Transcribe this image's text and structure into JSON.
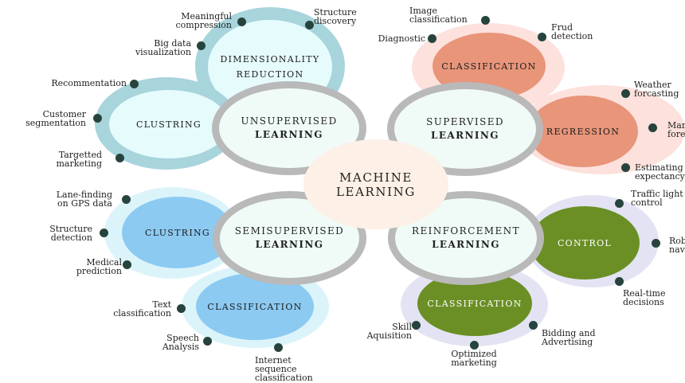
{
  "center": {
    "line1": "MACHINE",
    "line2": "LEARNING"
  },
  "categories": {
    "unsupervised": {
      "line1": "UNSUPERVISED",
      "line2": "LEARNING"
    },
    "supervised": {
      "line1": "SUPERVISED",
      "line2": "LEARNING"
    },
    "semisupervised": {
      "line1": "SEMISUPERVISED",
      "line2": "LEARNING"
    },
    "reinforcement": {
      "line1": "REINFORCEMENT",
      "line2": "LEARNING"
    }
  },
  "subcategories": {
    "dimensionality": {
      "line1": "DIMENSIONALITY",
      "line2": "REDUCTION"
    },
    "clustring_unsup": {
      "line1": "CLUSTRING"
    },
    "classification_sup": {
      "line1": "CLASSIFICATION"
    },
    "regression": {
      "line1": "REGRESSION"
    },
    "clustring_semi": {
      "line1": "CLUSTRING"
    },
    "classification_semi": {
      "line1": "CLASSIFICATION"
    },
    "control": {
      "line1": "CONTROL"
    },
    "classification_rl": {
      "line1": "CLASSIFICATION"
    }
  },
  "labels": {
    "meaningful_compression": "Meaningful\ncompression",
    "structure_discovery": "Structure\ndiscovery",
    "big_data_visualization": "Big data\nvisualization",
    "recommentation": "Recommentation",
    "customer_segmentation": "Customer\nsegmentation",
    "targetted_marketing": "Targetted\nmarketing",
    "image_classification": "Image\nclassification",
    "diagnostic": "Diagnostic",
    "frud_detection": "Frud\ndetection",
    "weather_forcasting": "Weather\nforcasting",
    "market_forecasting": "Market\nforecasting",
    "estimating_expectancy": "Estimating life\nexpectancy",
    "lane_finding": "Lane-finding\non GPS data",
    "structure_detection": "Structure\ndetection",
    "medical_prediction": "Medical\nprediction",
    "text_classification": "Text\nclassification",
    "speech_analysis": "Speech\nAnalysis",
    "internet_sequence": "Internet\nsequence\nclassification",
    "traffic_light_control": "Traffic light\ncontrol",
    "robot_navigation": "Robot\nnavigation",
    "realtime_decisions": "Real-time\ndecisions",
    "skill_aquisition": "Skill\nAquisition",
    "optimized_marketing": "Optimized\nmarketing",
    "bidding_advertising": "Bidding and\nAdvertising"
  },
  "colors": {
    "teal_ring": "#a8d4dc",
    "teal_fill": "#e6fbfc",
    "salmon_ring": "#fde1dc",
    "salmon_fill": "#e8957a",
    "sky_ring": "#dbf4fa",
    "sky_fill": "#8ccaf2",
    "lavender_ring": "#e3e3f3",
    "green_fill": "#6b8f25",
    "main_ring": "#b9b9b9",
    "main_fill": "#f0fbf8",
    "center_fill": "#fdf0e6",
    "dot": "#26443d"
  }
}
